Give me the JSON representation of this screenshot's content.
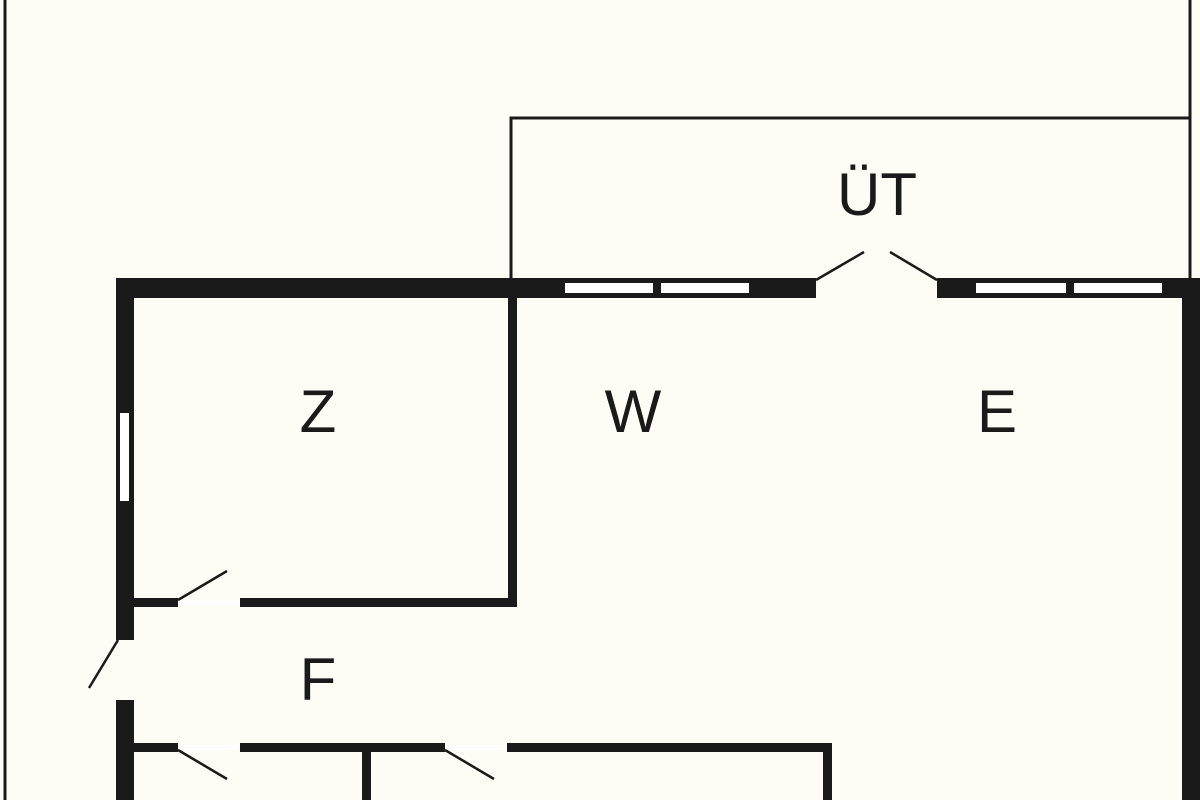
{
  "rooms": {
    "ut": "ÜT",
    "z": "Z",
    "w": "W",
    "e": "E",
    "f": "F"
  },
  "colors": {
    "background": "#fdfdf6",
    "wall": "#1a1a1a",
    "window_fill": "#ffffff"
  }
}
